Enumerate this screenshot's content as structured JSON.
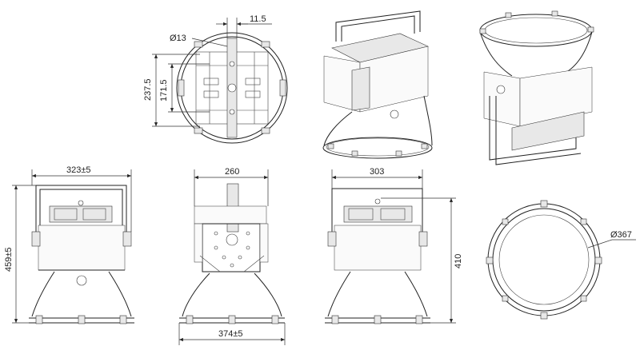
{
  "dimensions": {
    "top_hole_dia": "Ø13",
    "top_offset": "11.5",
    "top_height_outer": "237.5",
    "top_height_inner": "171.5",
    "front_width": "323±5",
    "front_height": "459±5",
    "side_width": "260",
    "side_reflector_width": "374±5",
    "back_width": "303",
    "back_height": "410",
    "reflector_dia": "Ø367"
  }
}
